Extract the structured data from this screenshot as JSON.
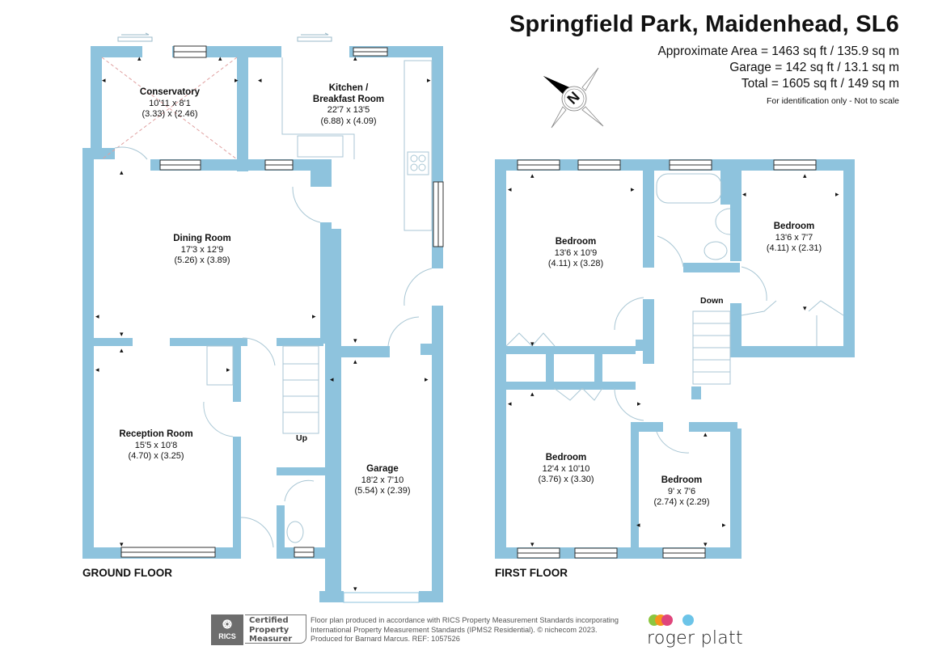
{
  "header": {
    "title": "Springfield Park, Maidenhead, SL6",
    "approx_area": "Approximate Area = 1463 sq ft / 135.9 sq m",
    "garage_area": "Garage = 142 sq ft / 13.1 sq m",
    "total_area": "Total = 1605 sq ft / 149 sq m",
    "note": "For identification only - Not to scale"
  },
  "compass": {
    "icon": "north-compass-icon",
    "letter": "N"
  },
  "colors": {
    "wall": "#8ec3dd",
    "line": "#9ab9c8",
    "text": "#111111",
    "footer_text": "#555555"
  },
  "ground_floor": {
    "label": "GROUND FLOOR",
    "stairs_label": "Up",
    "rooms": [
      {
        "name": "Conservatory",
        "imperial": "10'11 x 8'1",
        "metric": "(3.33) x (2.46)"
      },
      {
        "name": "Kitchen /",
        "name2": "Breakfast Room",
        "imperial": "22'7 x 13'5",
        "metric": "(6.88) x (4.09)"
      },
      {
        "name": "Dining Room",
        "imperial": "17'3 x 12'9",
        "metric": "(5.26) x (3.89)"
      },
      {
        "name": "Reception Room",
        "imperial": "15'5 x 10'8",
        "metric": "(4.70) x (3.25)"
      },
      {
        "name": "Garage",
        "imperial": "18'2 x 7'10",
        "metric": "(5.54) x (2.39)"
      }
    ]
  },
  "first_floor": {
    "label": "FIRST FLOOR",
    "stairs_label": "Down",
    "rooms": [
      {
        "name": "Bedroom",
        "imperial": "13'6 x 10'9",
        "metric": "(4.11) x (3.28)"
      },
      {
        "name": "Bedroom",
        "imperial": "13'6 x 7'7",
        "metric": "(4.11) x (2.31)"
      },
      {
        "name": "Bedroom",
        "imperial": "12'4 x 10'10",
        "metric": "(3.76) x (3.30)"
      },
      {
        "name": "Bedroom",
        "imperial": "9' x 7'6",
        "metric": "(2.74) x (2.29)"
      }
    ]
  },
  "footer": {
    "rics_logo_text": "RICS",
    "rics_badge": [
      "Certified",
      "Property",
      "Measurer"
    ],
    "disclaimer_lines": [
      "Floor plan produced in accordance with RICS Property Measurement Standards incorporating",
      "International Property Measurement Standards (IPMS2 Residential).   © nichecom 2023.",
      "Produced for Barnard Marcus.    REF:  1057526"
    ],
    "brand_name": "roger platt",
    "brand_dot_colors": [
      "#8cc63f",
      "#f7941d",
      "#e0457b",
      "#6cc4e8"
    ]
  }
}
